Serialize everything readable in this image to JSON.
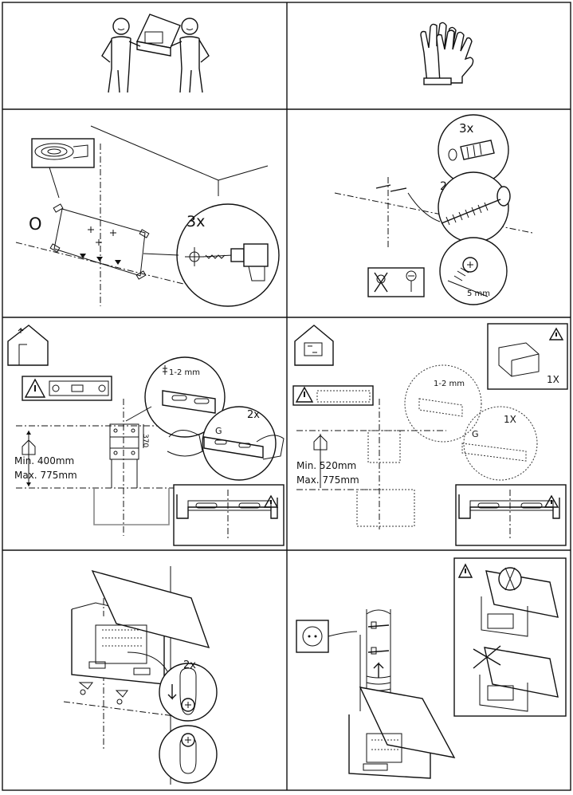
{
  "panels": {
    "drill": {
      "label_o": "O",
      "count": "3x"
    },
    "screws": {
      "count_a": "3x",
      "count_b": "2x",
      "dimension": "5 mm"
    },
    "bracket_a": {
      "gap": "1-2 mm",
      "count": "2x",
      "bracket_letter": "G",
      "height_value": "370",
      "min": "Min. 400mm",
      "max": "Max. 775mm"
    },
    "bracket_b": {
      "gap": "1-2 mm",
      "count_box": "1X",
      "count": "1X",
      "bracket_letter": "G",
      "min": "Min. 520mm",
      "max": "Max. 775mm"
    },
    "mount": {
      "count": "2x"
    }
  },
  "icons": [
    "two-person-lift-icon",
    "gloves-icon",
    "tape-icon",
    "drill-icon",
    "wall-plug-icon",
    "screw-icon",
    "screwdriver-icon",
    "warning-icon",
    "house-exhaust-icon",
    "house-recirculation-icon",
    "spirit-level-icon",
    "power-socket-icon",
    "no-entry-icon"
  ]
}
